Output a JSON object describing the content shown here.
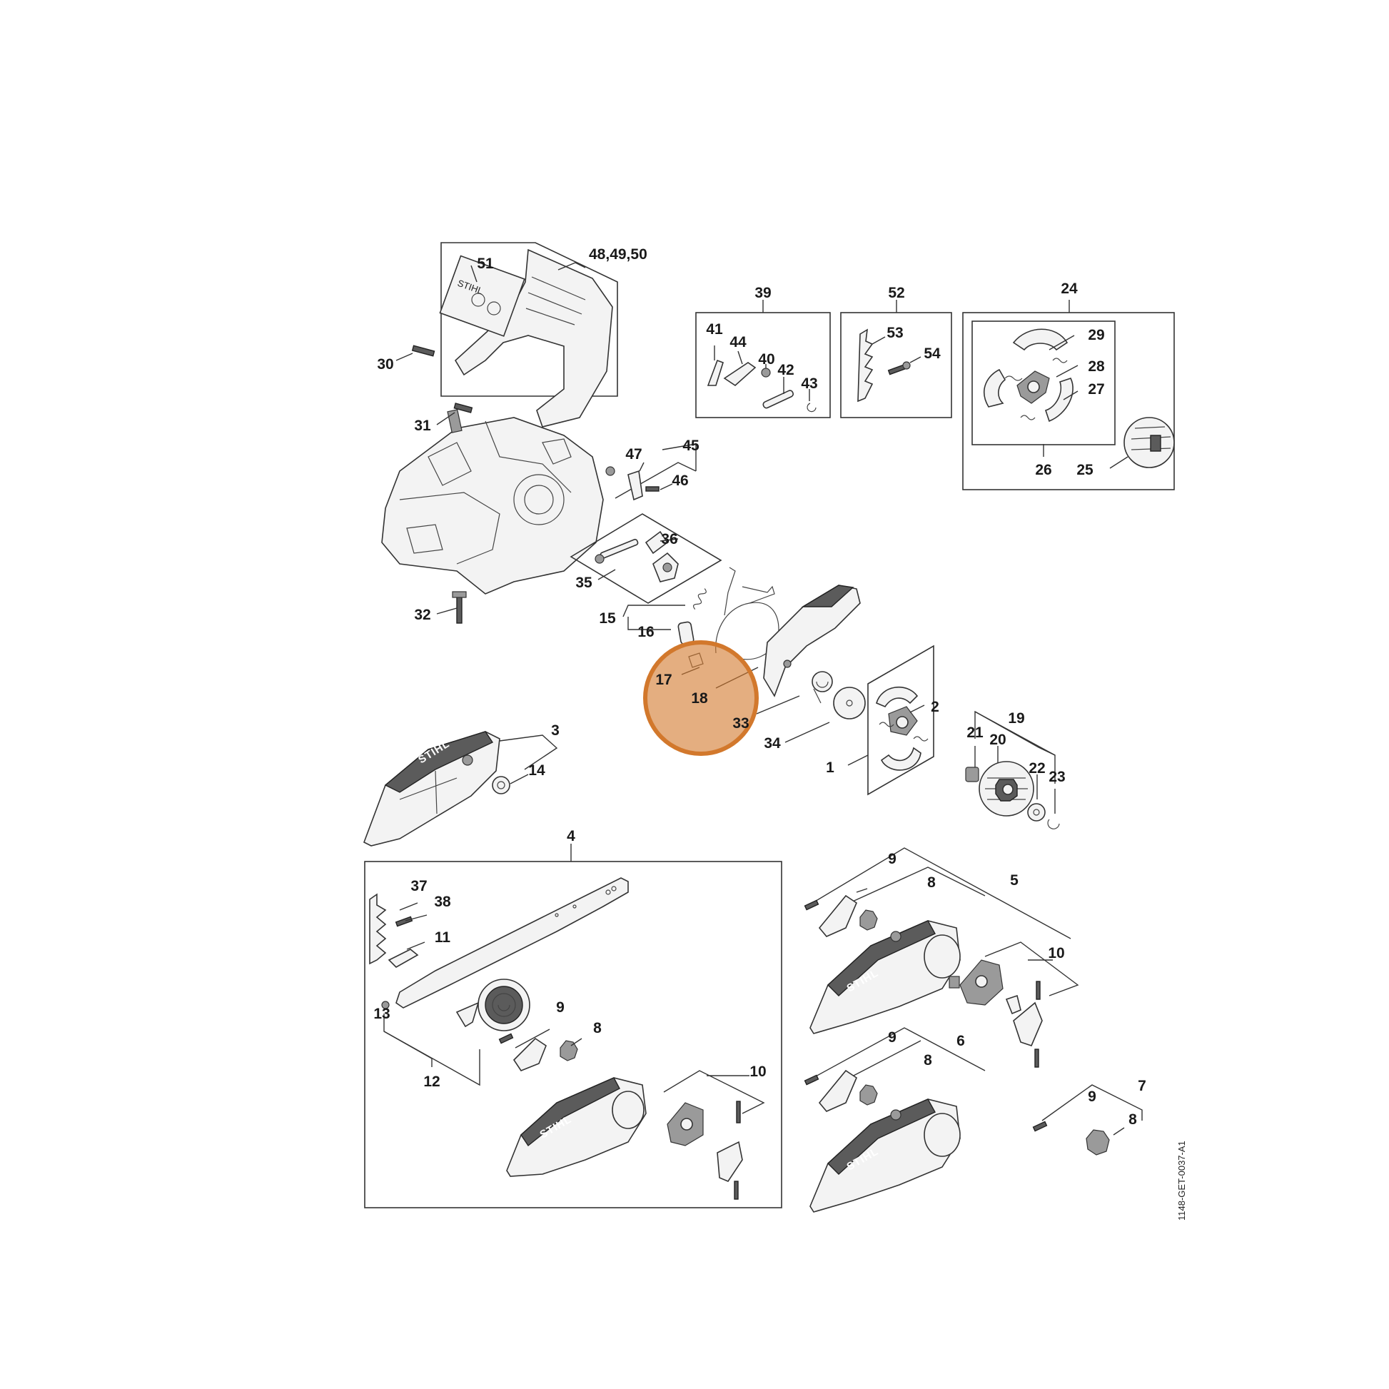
{
  "labels": {
    "l51": "51",
    "l48": "48,49,50",
    "l30": "30",
    "l31": "31",
    "l32": "32",
    "l39": "39",
    "l41": "41",
    "l44": "44",
    "l40": "40",
    "l42": "42",
    "l43": "43",
    "l52": "52",
    "l53": "53",
    "l54": "54",
    "l24": "24",
    "l29": "29",
    "l28": "28",
    "l27": "27",
    "l26": "26",
    "l25": "25",
    "l47": "47",
    "l45": "45",
    "l46": "46",
    "l36": "36",
    "l35": "35",
    "l15": "15",
    "l16": "16",
    "l17": "17",
    "l18": "18",
    "l33": "33",
    "l34": "34",
    "l1": "1",
    "l2": "2",
    "l19": "19",
    "l21": "21",
    "l20": "20",
    "l22": "22",
    "l23": "23",
    "l3": "3",
    "l14": "14",
    "l4": "4",
    "l37": "37",
    "l38": "38",
    "l11": "11",
    "l13": "13",
    "l12": "12",
    "l9a": "9",
    "l8a": "8",
    "l10a": "10",
    "l9b": "9",
    "l8b": "8",
    "l5": "5",
    "l10b": "10",
    "l9c": "9",
    "l8c": "8",
    "l6": "6",
    "l9d": "9",
    "l8d": "8",
    "l7": "7"
  },
  "brand_text": "STIHL",
  "doc_code": "1148-GET-0037-A1",
  "highlight": {
    "color": "#d2782c",
    "opacity": 0.6,
    "marked_item": "18"
  }
}
